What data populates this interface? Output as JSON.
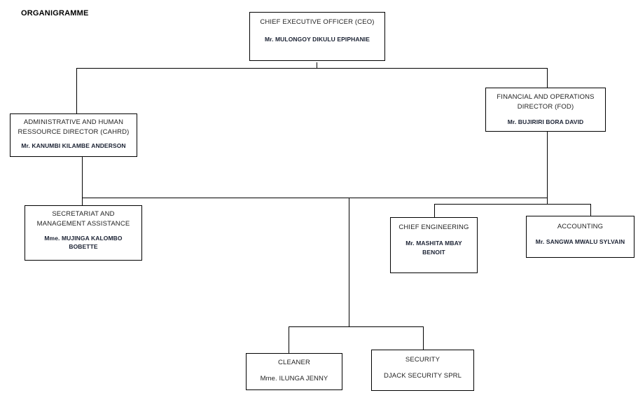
{
  "title": "ORGANIGRAMME",
  "nodes": {
    "ceo": {
      "role": "CHIEF EXECUTIVE OFFICER (CEO)",
      "person": "Mr. MULONGOY DIKULU EPIPHANIE"
    },
    "cahrd": {
      "role": "ADMINISTRATIVE AND HUMAN\nRESSOURCE DIRECTOR (CAHRD)",
      "person": "Mr. KANUMBI KILAMBE ANDERSON"
    },
    "fod": {
      "role": "FINANCIAL AND OPERATIONS\nDIRECTOR (FOD)",
      "person": "Mr. BUJIRIRI BORA DAVID"
    },
    "secretariat": {
      "role": "SECRETARIAT AND\nMANAGEMENT ASSISTANCE",
      "person": "Mme. MUJINGA KALOMBO\nBOBETTE"
    },
    "engineering": {
      "role": "CHIEF ENGINEERING",
      "person": "Mr. MASHITA MBAY\nBENOIT"
    },
    "accounting": {
      "role": "ACCOUNTING",
      "person": "Mr. SANGWA MWALU SYLVAIN"
    },
    "cleaner": {
      "role": "CLEANER",
      "person": "Mme. ILUNGA JENNY"
    },
    "security": {
      "role": "SECURITY",
      "person": "DJACK SECURITY SPRL"
    }
  },
  "colors": {
    "line": "#000000",
    "role_text": "#1f1f1f",
    "person_text": "#1b2233",
    "background": "#ffffff"
  }
}
